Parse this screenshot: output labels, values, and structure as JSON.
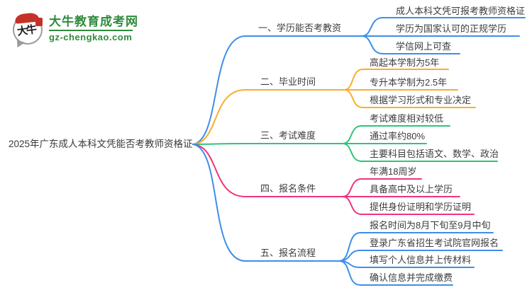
{
  "logo": {
    "title": "大牛教育成考网",
    "domain": "gz-chengkao.com",
    "bubble_text": "大牛",
    "brand_green": "#2e8b3b",
    "seal_red": "#c43227"
  },
  "topic": "2025年广东成人本科文凭能否考教师资格证",
  "colors": {
    "blue": "#3e8fe8",
    "orange": "#f9ae2d",
    "green": "#2ec47c",
    "pink": "#f0337f",
    "text": "#3d3d3d"
  },
  "branches": [
    {
      "label": "一、学历能否考教资",
      "color": "blue",
      "children": [
        "成人本科文凭可报考教师资格证",
        "学历为国家认可的正规学历",
        "学信网上可查"
      ]
    },
    {
      "label": "二、毕业时间",
      "color": "orange",
      "children": [
        "高起本学制为5年",
        "专升本学制为2.5年",
        "根据学习形式和专业决定"
      ]
    },
    {
      "label": "三、考试难度",
      "color": "green",
      "children": [
        "考试难度相对较低",
        "通过率约80%",
        "主要科目包括语文、数学、政治"
      ]
    },
    {
      "label": "四、报名条件",
      "color": "pink",
      "children": [
        "年满18周岁",
        "具备高中及以上学历",
        "提供身份证明和学历证明"
      ]
    },
    {
      "label": "五、报名流程",
      "color": "blue",
      "children": [
        "报名时间为8月下旬至9月中旬",
        "登录广东省招生考试院官网报名",
        "填写个人信息并上传材料",
        "确认信息并完成缴费"
      ]
    }
  ]
}
